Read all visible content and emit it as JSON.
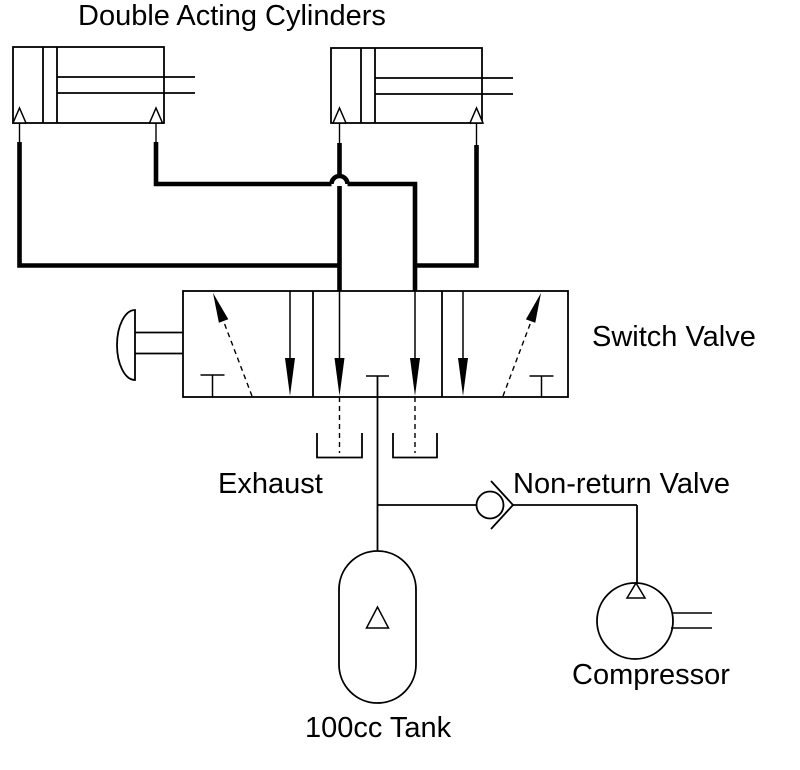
{
  "diagram": {
    "type": "pneumatic-circuit",
    "title": "Double Acting Cylinders",
    "labels": {
      "switch_valve": "Switch Valve",
      "exhaust": "Exhaust",
      "non_return_valve": "Non-return Valve",
      "compressor": "Compressor",
      "tank": "100cc Tank"
    },
    "components": [
      "double-acting-cylinder-left",
      "double-acting-cylinder-right",
      "switch-valve",
      "push-button-actuator",
      "exhaust-ports",
      "supply-line",
      "non-return-valve",
      "compressor",
      "air-tank-100cc"
    ],
    "colors": {
      "line": "#000000",
      "background": "#ffffff"
    }
  }
}
